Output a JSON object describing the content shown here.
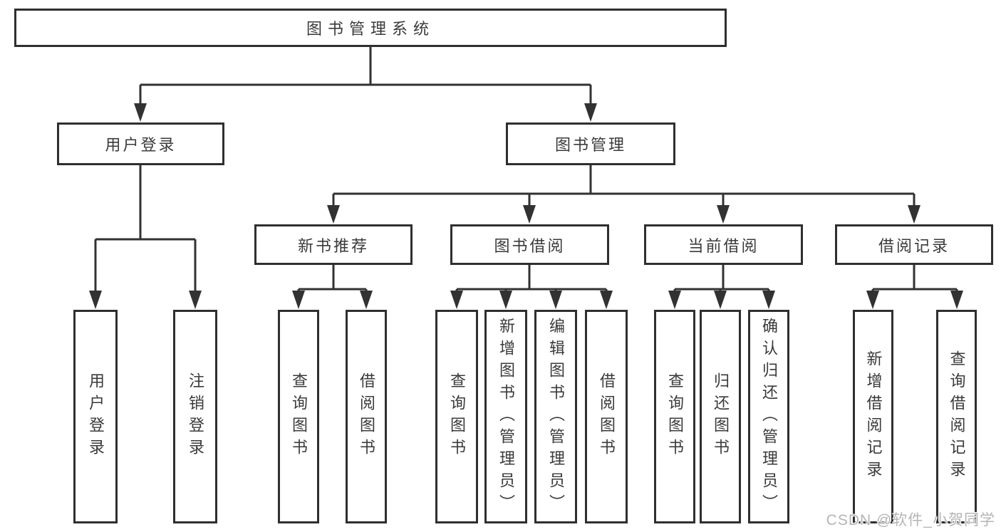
{
  "tree": {
    "label": "图书管理系统",
    "children": [
      {
        "label": "用户登录",
        "children": [
          {
            "label": "用户登录"
          },
          {
            "label": "注销登录"
          }
        ]
      },
      {
        "label": "图书管理",
        "children": [
          {
            "label": "新书推荐",
            "children": [
              {
                "label": "查询图书"
              },
              {
                "label": "借阅图书"
              }
            ]
          },
          {
            "label": "图书借阅",
            "children": [
              {
                "label": "查询图书"
              },
              {
                "label": "新增图书（管理员）"
              },
              {
                "label": "编辑图书（管理员）"
              },
              {
                "label": "借阅图书"
              }
            ]
          },
          {
            "label": "当前借阅",
            "children": [
              {
                "label": "查询图书"
              },
              {
                "label": "归还图书"
              },
              {
                "label": "确认归还（管理员）"
              }
            ]
          },
          {
            "label": "借阅记录",
            "children": [
              {
                "label": "新增借阅记录"
              },
              {
                "label": "查询借阅记录"
              }
            ]
          }
        ]
      }
    ]
  },
  "watermark": {
    "text": "CSDN @软件_小贺同学"
  },
  "colors": {
    "line": "#323232",
    "text": "#3a3a3a",
    "background": "#ffffff",
    "watermark": "#b5b5b5"
  }
}
